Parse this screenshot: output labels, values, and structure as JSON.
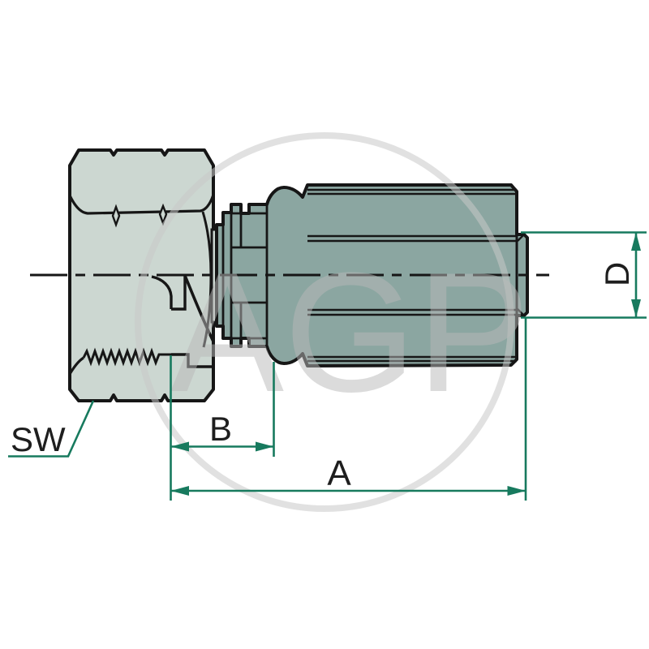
{
  "drawing": {
    "description": "technical cross-section drawing of a hydraulic hose press fitting with female swivel nut",
    "dimension_labels": {
      "across_flats": "SW",
      "length_b": "B",
      "overall_length_a": "A",
      "diameter_d": "D"
    },
    "colors": {
      "dimension_green": "#177a5e",
      "nut_fill": "#ccd7d1",
      "shell_fill": "#8ba6a1",
      "line_black": "#161616",
      "watermark_gray": "#b9b9b9"
    }
  },
  "watermark": {
    "text": "AGP"
  }
}
